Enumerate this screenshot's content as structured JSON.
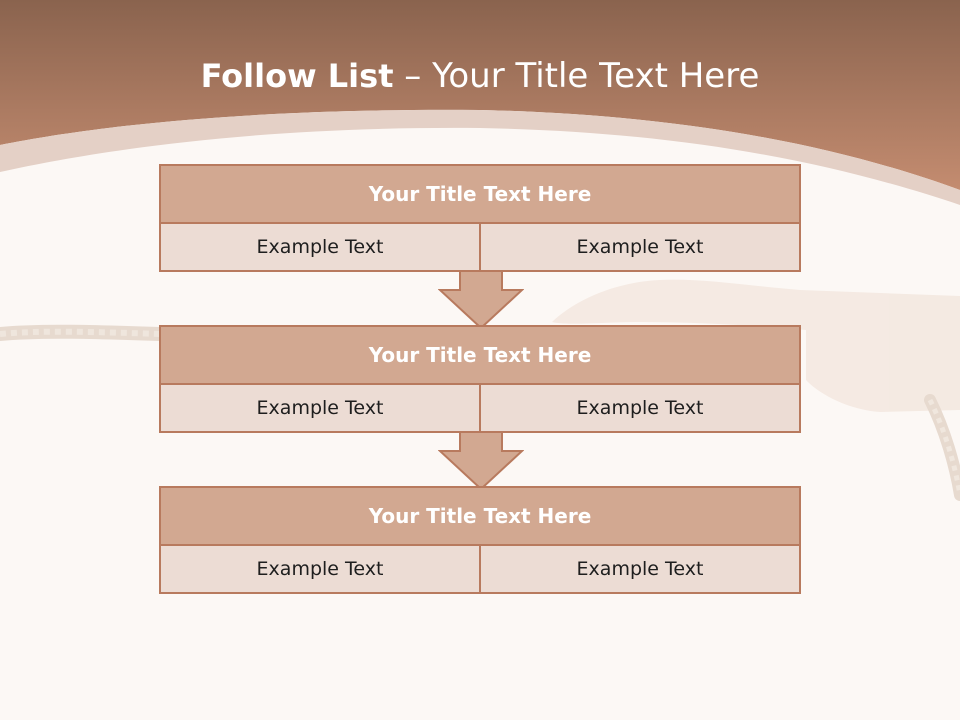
{
  "title": {
    "bold": "Follow List",
    "rest": " – Your Title Text Here"
  },
  "steps": [
    {
      "title": "Your Title Text Here",
      "left": "Example Text",
      "right": "Example Text"
    },
    {
      "title": "Your Title Text Here",
      "left": "Example Text",
      "right": "Example Text"
    },
    {
      "title": "Your Title Text Here",
      "left": "Example Text",
      "right": "Example Text"
    }
  ],
  "colors": {
    "header_top": "#8c6550",
    "header_bottom": "#c48c70",
    "box_title": "#d2a891",
    "box_cell": "#ecdcd4",
    "border": "#b87a5e",
    "background": "#fcf8f5"
  }
}
